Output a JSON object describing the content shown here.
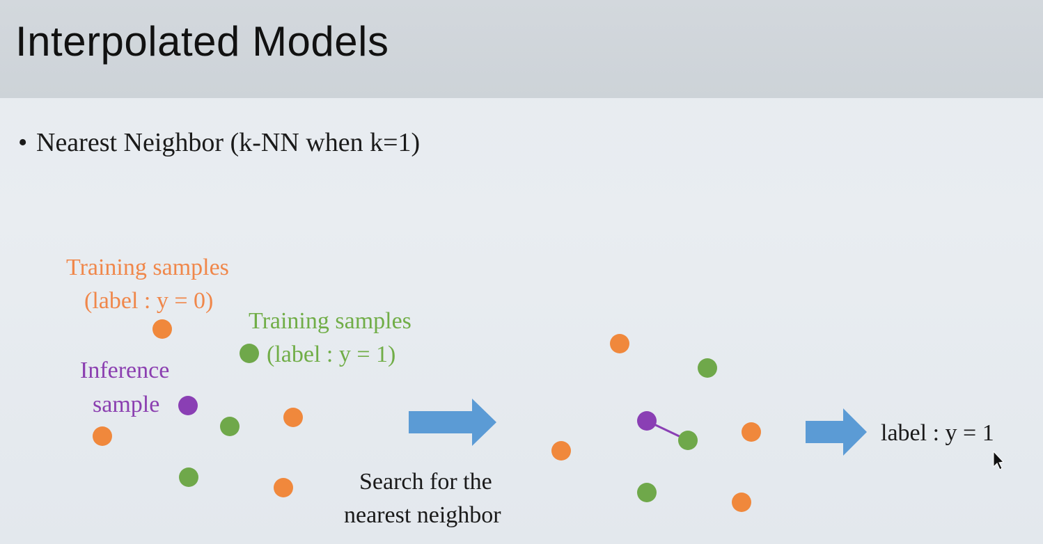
{
  "slide": {
    "title": "Interpolated Models",
    "bullet": "Nearest Neighbor (k-NN when k=1)"
  },
  "labels": {
    "training_orange_line1": "Training samples",
    "training_orange_line2": "(label : y = 0)",
    "training_green_line1": "Training samples",
    "training_green_line2": "(label : y = 1)",
    "inference_line1": "Inference",
    "inference_line2": "sample",
    "search_line1": "Search for the",
    "search_line2": "nearest neighbor",
    "result": "label : y = 1"
  },
  "colors": {
    "class0": "#f0883c",
    "class1": "#6fa84a",
    "inference": "#8a3fb4",
    "arrow": "#5b9bd5"
  }
}
